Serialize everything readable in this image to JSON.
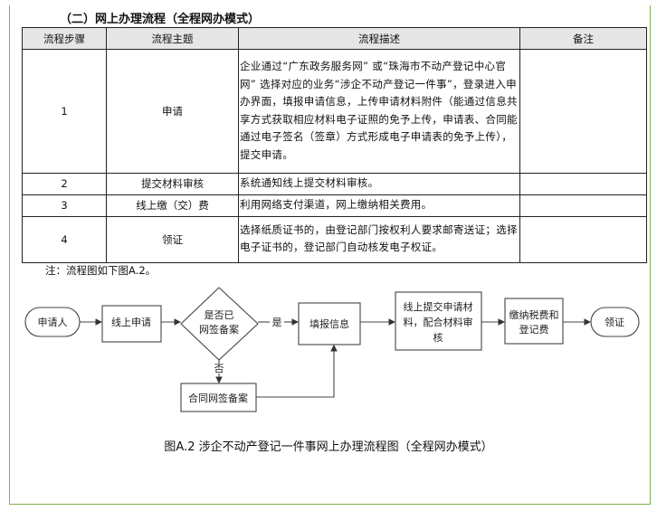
{
  "heading": "（二）网上办理流程（全程网办模式）",
  "table": {
    "headers": [
      "流程步骤",
      "流程主题",
      "流程描述",
      "备注"
    ],
    "rows": [
      {
        "step": "1",
        "topic": "申请",
        "desc": "企业通过“广东政务服务网” 或“珠海市不动产登记中心官网” 选择对应的业务“涉企不动产登记一件事”，登录进入申办界面，填报申请信息，上传申请材料附件（能通过信息共享方式获取相应材料电子证照的免予上传，申请表、合同能通过电子签名（签章）方式形成电子申请表的免予上传），提交申请。",
        "note": ""
      },
      {
        "step": "2",
        "topic": "提交材料审核",
        "desc": "系统通知线上提交材料审核。",
        "note": ""
      },
      {
        "step": "3",
        "topic": "线上缴（交）费",
        "desc": "利用网络支付渠道，网上缴纳相关费用。",
        "note": ""
      },
      {
        "step": "4",
        "topic": "领证",
        "desc": "选择纸质证书的，由登记部门按权利人要求邮寄送证；选择电子证书的，登记部门自动核发电子权证。",
        "note": ""
      }
    ]
  },
  "note": "注：流程图如下图A.2。",
  "flow": {
    "start": "申请人",
    "online_apply": "线上申请",
    "decision": [
      "是否已",
      "网签备案"
    ],
    "yes": "是",
    "no": "否",
    "fill": "填报信息",
    "submit": [
      "线上提交申请材",
      "料，配合材料审",
      "核"
    ],
    "pay": [
      "缴纳税费和",
      "登记费"
    ],
    "end": "领证",
    "contract": "合同网签备案"
  },
  "caption": "图A.2 涉企不动产登记一件事网上办理流程图（全程网办模式）"
}
